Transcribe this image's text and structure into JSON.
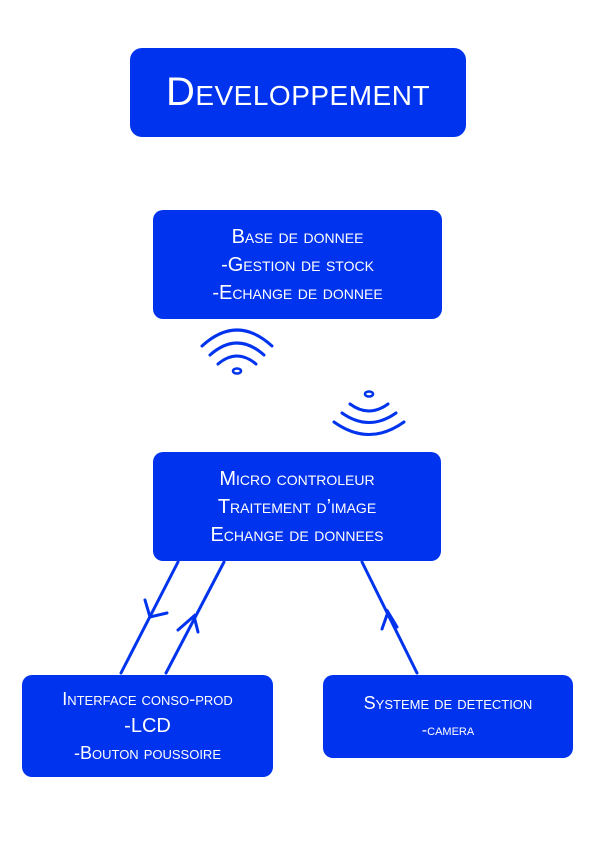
{
  "title": "Developpement",
  "nodes": {
    "database": {
      "lines": [
        "Base de donnee",
        "-Gestion de stock",
        "-Echange de donnee"
      ]
    },
    "microcontroller": {
      "lines": [
        "Micro controleur",
        "Traitement d’image",
        "Echange de donnees"
      ]
    },
    "interface": {
      "lines": [
        "Interface conso-prod",
        "-LCD",
        "-Bouton poussoire"
      ]
    },
    "detection": {
      "lines": [
        "Systeme de detection",
        "-camera"
      ]
    }
  },
  "icons": {
    "wifi_top": "wifi-icon",
    "wifi_bottom": "wifi-icon"
  },
  "colors": {
    "box": "#0033ee",
    "text": "#ffffff",
    "line": "#0033ee"
  }
}
